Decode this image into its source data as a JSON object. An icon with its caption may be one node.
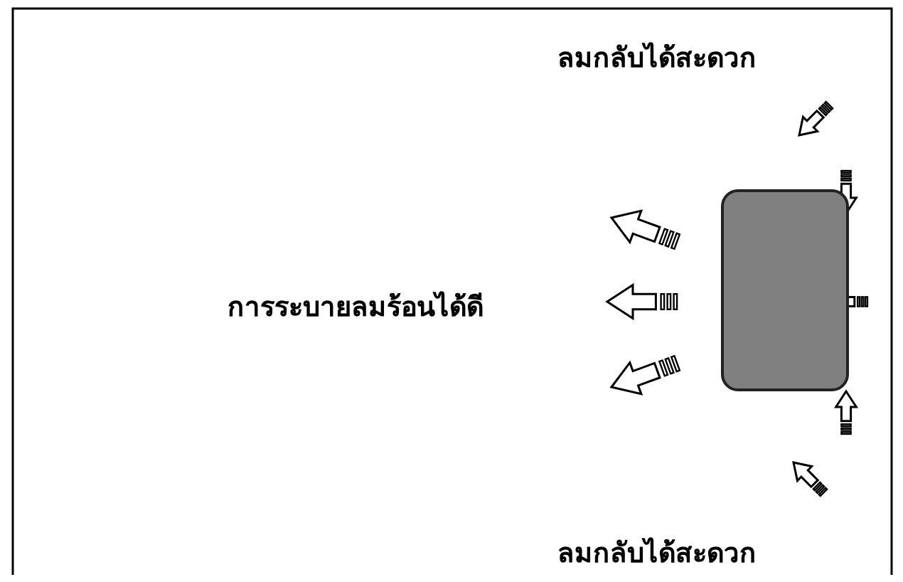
{
  "diagram": {
    "nodes": [
      {
        "text": [],
        "shape": "box"
      }
    ],
    "labels": [
      "ลมกลับได้สะดวก",
      "การระบายลมร้อนได้ดี",
      "ลมกลับได้สะดวก"
    ]
  }
}
